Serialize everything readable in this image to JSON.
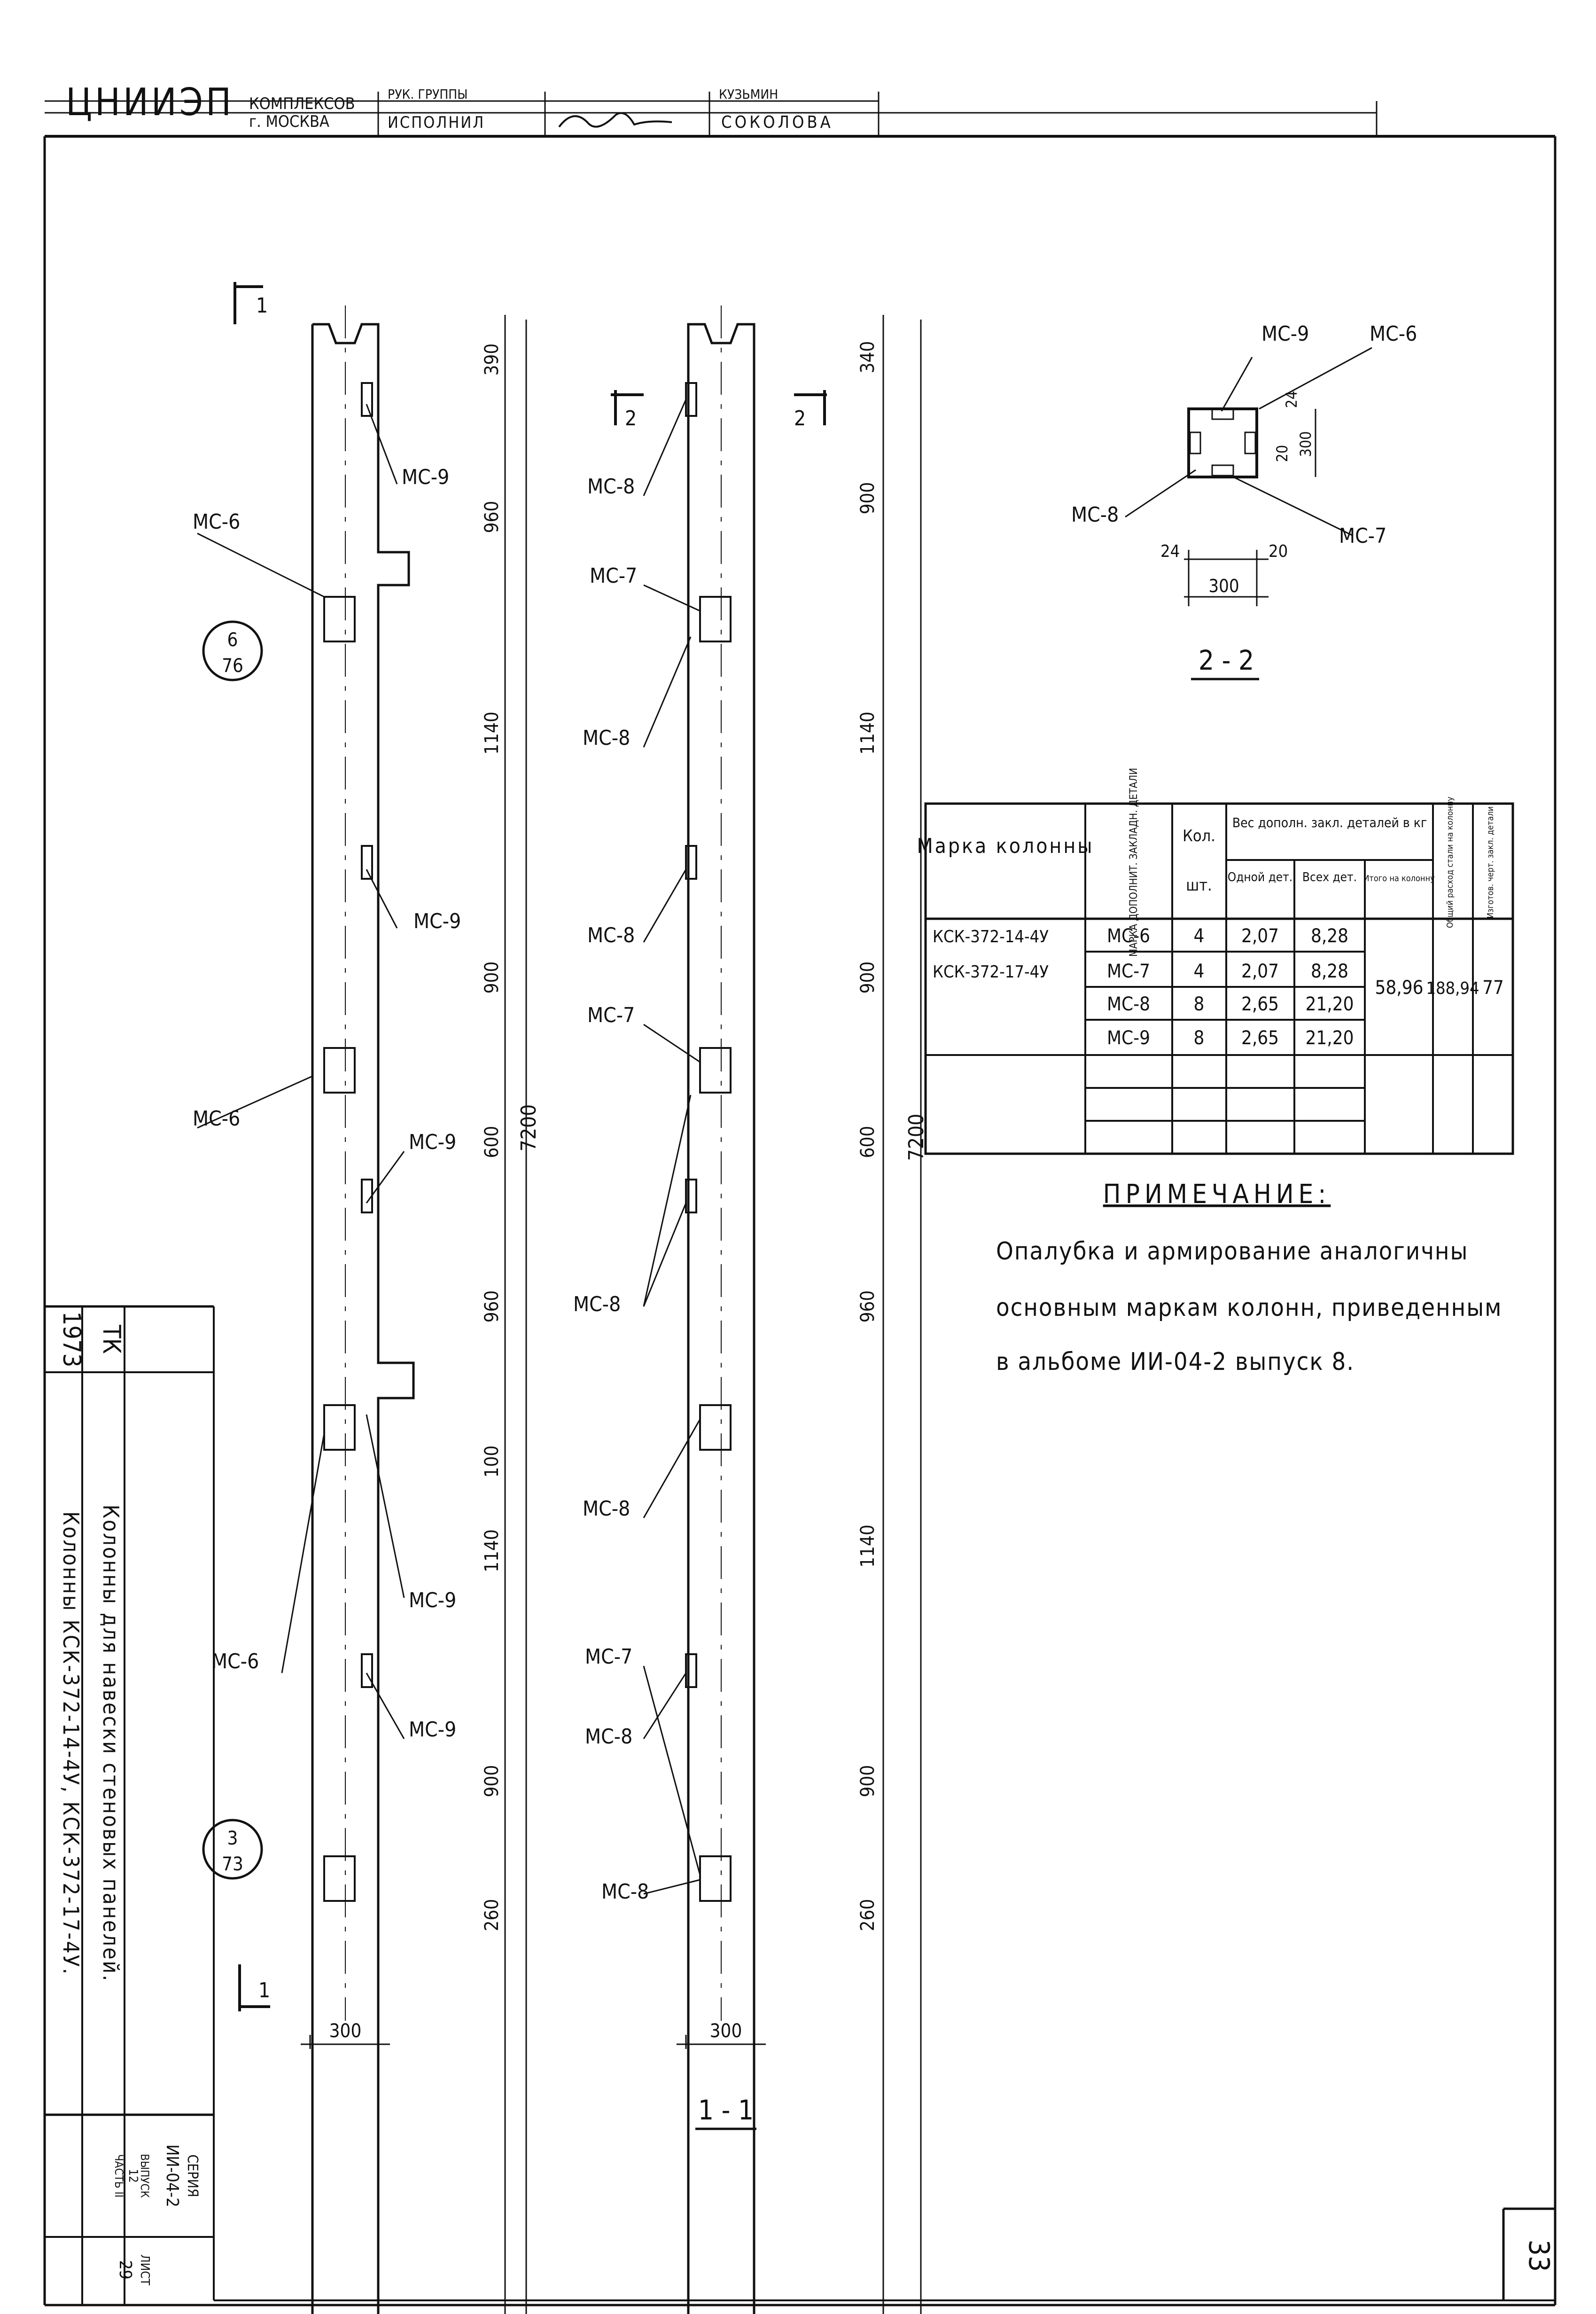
{
  "title_strip": {
    "org": "ЦНИИЭП",
    "org_sub1": "КОМПЛЕКСОВ",
    "org_sub2": "г. МОСКВА",
    "role1": "РУК. ГРУППЫ",
    "role2": "ИСПОЛНИЛ",
    "name1": "КУЗЬМИН",
    "name2": "СОКОЛОВА"
  },
  "view_left": {
    "section_mark": "1",
    "dims": [
      "390",
      "960",
      "1140",
      "900",
      "600",
      "960",
      "100",
      "1140",
      "900",
      "260"
    ],
    "overall": "7200",
    "width": "300",
    "callout_top": {
      "num": "6",
      "den": "76"
    },
    "callout_bottom": {
      "num": "3",
      "den": "73"
    },
    "labels": {
      "mc9a": "МС-9",
      "mc6a": "МС-6",
      "mc9b": "МС-9",
      "mc6b": "МС-6",
      "mc9c": "МС-9",
      "mc9d": "МС-9",
      "mc6c": "МС-6",
      "mc9e": "МС-9"
    }
  },
  "view_right": {
    "section_mark": "2",
    "dims": [
      "340",
      "900",
      "1140",
      "900",
      "600",
      "960",
      "1140",
      "900",
      "260"
    ],
    "overall": "7200",
    "width": "300",
    "title": "1 - 1",
    "labels": {
      "mc8a": "МС-8",
      "mc7a": "МС-7",
      "mc8b": "МС-8",
      "mc8c": "МС-8",
      "mc7b": "МС-7",
      "mc8d": "МС-8",
      "mc8e": "МС-8",
      "mc7c": "МС-7",
      "mc8f": "МС-8",
      "mc8g": "МС-8"
    }
  },
  "section_2_2": {
    "title": "2 - 2",
    "labels": {
      "mc9": "МС-9",
      "mc6": "МС-6",
      "mc8": "МС-8",
      "mc7": "МС-7"
    },
    "dims": {
      "d24a": "24",
      "d300v": "300",
      "d20a": "20",
      "d24b": "24",
      "d20b": "20",
      "d300h": "300"
    }
  },
  "table": {
    "headers": {
      "col1": "Марка колонны",
      "col2": "МАРКА ДОПОЛНИТ. ЗАКЛАДН. ДЕТАЛИ",
      "col3a": "Кол.",
      "col3b": "шт.",
      "group": "Вес дополн. закл. деталей в кг",
      "col4": "Одной дет.",
      "col5": "Всех дет.",
      "col6": "Итого на колонну",
      "col7": "Общий расход стали на колонну",
      "col8": "Изготов. черт. закл. детали"
    },
    "columns_marks": [
      "КСК-372-14-4У",
      "КСК-372-17-4У"
    ],
    "rows": [
      {
        "mark": "МС-6",
        "qty": "4",
        "one": "2,07",
        "all": "8,28"
      },
      {
        "mark": "МС-7",
        "qty": "4",
        "one": "2,07",
        "all": "8,28"
      },
      {
        "mark": "МС-8",
        "qty": "8",
        "one": "2,65",
        "all": "21,20"
      },
      {
        "mark": "МС-9",
        "qty": "8",
        "one": "2,65",
        "all": "21,20"
      }
    ],
    "total": "58,96",
    "steel": "188,94",
    "drawing": "77"
  },
  "note": {
    "heading": "ПРИМЕЧАНИЕ:",
    "line1": "Опалубка и армирование аналогичны",
    "line2": "основным маркам колонн, приведенным",
    "line3": "в альбоме ИИ-04-2 выпуск 8."
  },
  "stamp": {
    "tk": "ТК",
    "year": "1973",
    "line1": "Колонны для навески стеновых панелей.",
    "line2": "Колонны КСК-372-14-4У, КСК-372-17-4У.",
    "series_lbl": "СЕРИЯ",
    "series": "ИИ-04-2",
    "issue_lbl": "ВЫПУСК",
    "issue": "12",
    "part": "ЧАСТЬ II",
    "sheet_lbl": "ЛИСТ",
    "sheet": "29"
  },
  "page_number": "33"
}
